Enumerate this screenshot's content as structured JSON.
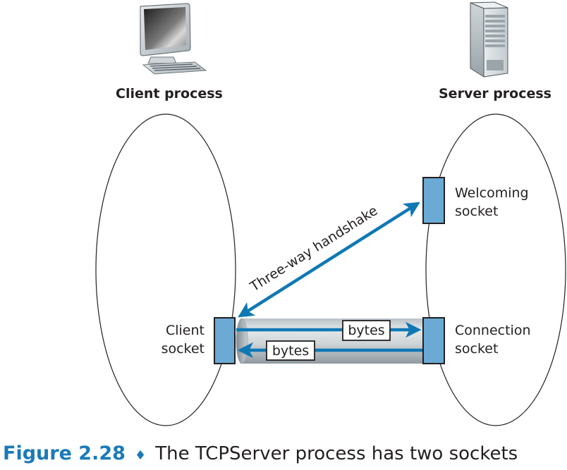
{
  "client": {
    "title": "Client process",
    "socket_label_line1": "Client",
    "socket_label_line2": "socket"
  },
  "server": {
    "title": "Server process",
    "welcoming_label_line1": "Welcoming",
    "welcoming_label_line2": "socket",
    "connection_label_line1": "Connection",
    "connection_label_line2": "socket"
  },
  "handshake": {
    "label": "Three-way handshake"
  },
  "pipe": {
    "bytes_to_server": "bytes",
    "bytes_to_client": "bytes"
  },
  "caption": {
    "number": "Figure 2.28",
    "separator": "♦",
    "text": "The TCPServer process has two sockets"
  },
  "colors": {
    "socket_fill": "#6aaad4",
    "arrow": "#0f78b4",
    "caption_accent": "#1a7ab8"
  }
}
